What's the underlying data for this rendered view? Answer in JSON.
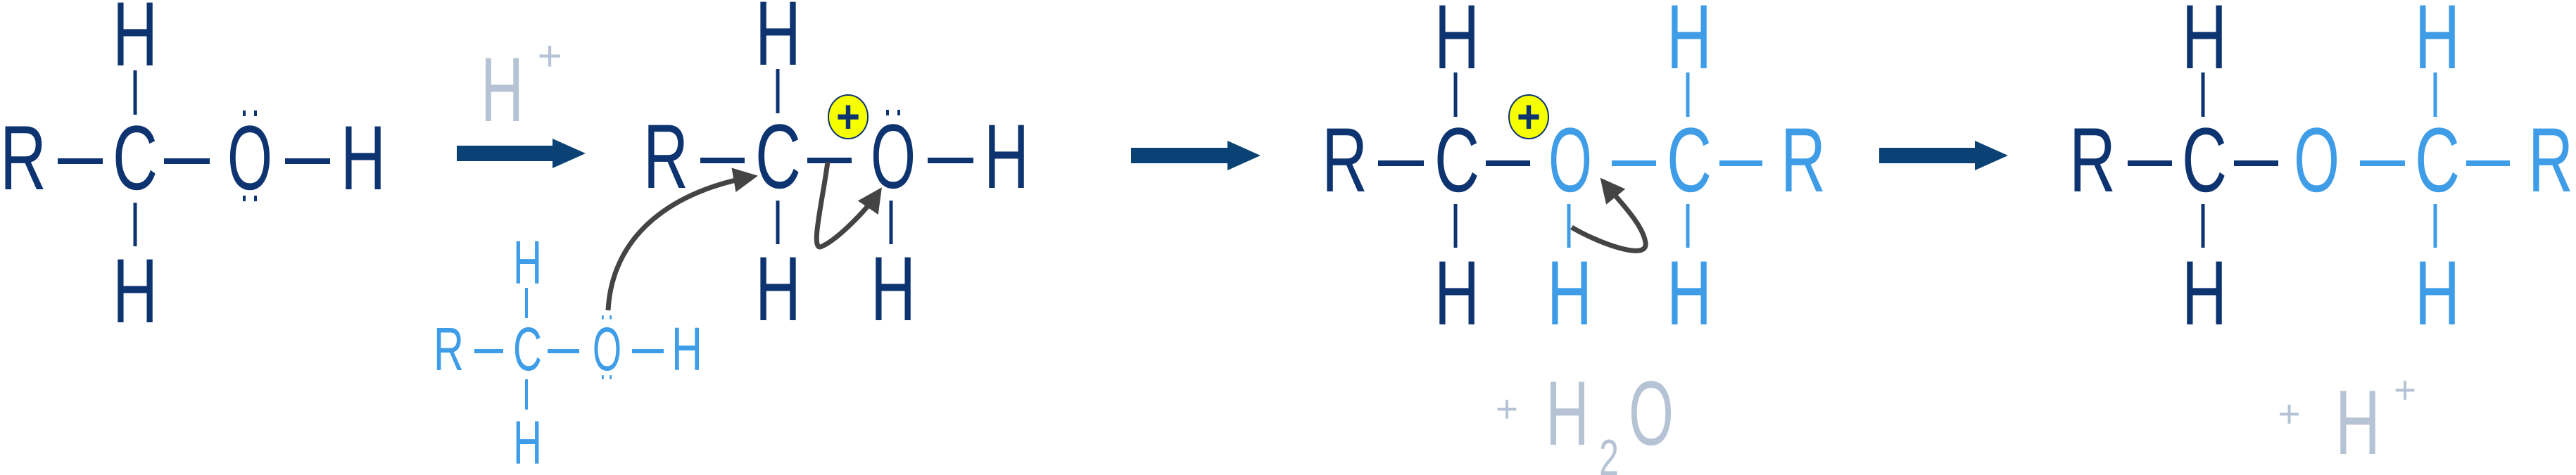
{
  "colors": {
    "dark_atom": "#0d3470",
    "light_atom": "#3f9de8",
    "faded": "#b5c3d4",
    "reaction_arrow": "#0b4275",
    "curved_arrow": "#444444",
    "charge_badge": "#f5ff00"
  },
  "step1": {
    "reactant": {
      "top_h": "H",
      "r": "R",
      "c": "C",
      "o": "O",
      "oh_h": "H",
      "bottom_h": "H"
    },
    "reagent": {
      "h": "H",
      "charge": "+"
    }
  },
  "step2": {
    "intermediate": {
      "top_h": "H",
      "r": "R",
      "c": "C",
      "charge": "+",
      "o": "O",
      "oh_h": "H",
      "bottom_h_c": "H",
      "bottom_h_o": "H"
    },
    "nucleophile": {
      "top_h": "H",
      "r": "R",
      "c": "C",
      "o": "O",
      "oh_h": "H",
      "bottom_h": "H"
    }
  },
  "step3": {
    "intermediate": {
      "top_h_left": "H",
      "top_h_right": "H",
      "r_left": "R",
      "c_left": "C",
      "charge": "+",
      "o": "O",
      "c_right": "C",
      "r_right": "R",
      "bottom_h_left": "H",
      "bottom_h_o": "H",
      "bottom_h_right": "H"
    },
    "byproduct": {
      "plus": "+",
      "h": "H",
      "subscript": "2",
      "o": "O"
    }
  },
  "step4": {
    "product": {
      "top_h_left": "H",
      "top_h_right": "H",
      "r_left": "R",
      "c_left": "C",
      "o": "O",
      "c_right": "C",
      "r_right": "R",
      "bottom_h_left": "H",
      "bottom_h_right": "H"
    },
    "byproduct": {
      "plus": "+",
      "h": "H",
      "charge": "+"
    }
  }
}
